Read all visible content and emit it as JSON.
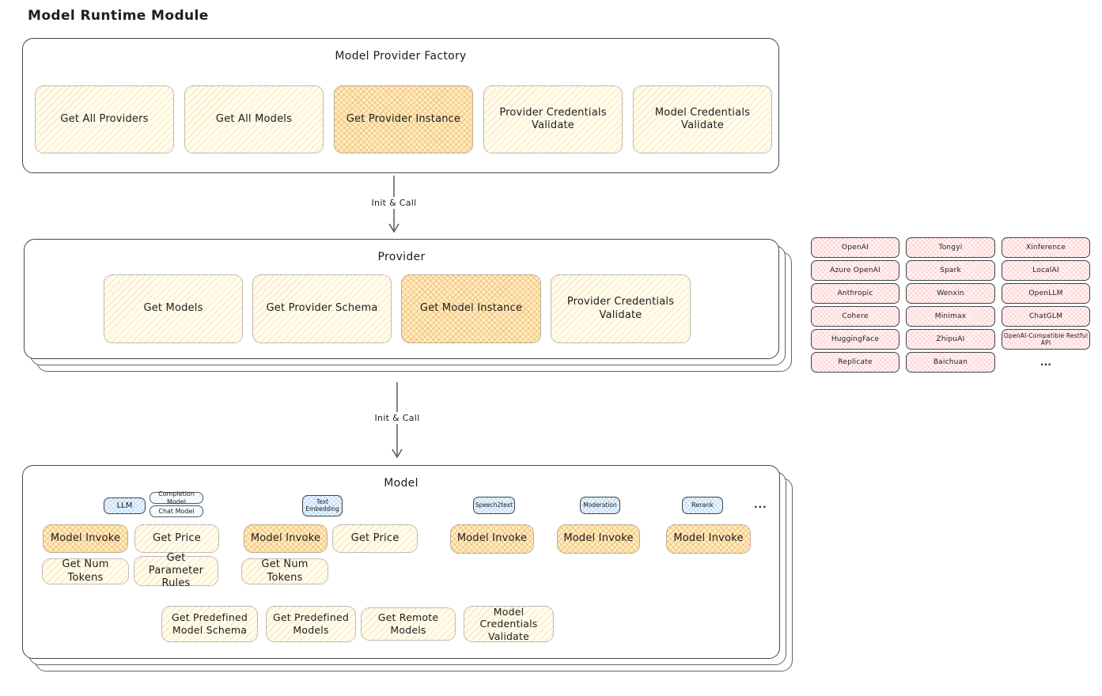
{
  "page_title": "Model Runtime Module",
  "colors": {
    "canvas": "#ffffff",
    "stroke": "#43484e",
    "action_fill": "#fff8e0",
    "action_highlight": "#f6c877",
    "provider_fill": "#ffdfdf",
    "tag_fill": "#d8ecfd"
  },
  "arrows": [
    {
      "label": "Init & Call"
    },
    {
      "label": "Init & Call"
    }
  ],
  "factory": {
    "title": "Model Provider Factory",
    "buttons": [
      {
        "label": "Get All Providers",
        "highlight": false
      },
      {
        "label": "Get All Models",
        "highlight": false
      },
      {
        "label": "Get Provider Instance",
        "highlight": true
      },
      {
        "label": "Provider Credentials Validate",
        "highlight": false
      },
      {
        "label": "Model Credentials Validate",
        "highlight": false
      }
    ]
  },
  "provider": {
    "title": "Provider",
    "buttons": [
      {
        "label": "Get Models",
        "highlight": false
      },
      {
        "label": "Get Provider Schema",
        "highlight": false
      },
      {
        "label": "Get Model Instance",
        "highlight": true
      },
      {
        "label": "Provider Credentials Validate",
        "highlight": false
      }
    ]
  },
  "providers_list": {
    "items": [
      "OpenAI",
      "Tongyi",
      "Xinference",
      "Azure OpenAI",
      "Spark",
      "LocalAI",
      "Anthropic",
      "Wenxin",
      "OpenLLM",
      "Cohere",
      "Minimax",
      "ChatGLM",
      "HuggingFace",
      "ZhipuAI",
      "OpenAI-Compatible Restful API",
      "Replicate",
      "Baichuan",
      "..."
    ]
  },
  "model": {
    "title": "Model",
    "tags": {
      "llm": "LLM",
      "completion": "Completion Model",
      "chat": "Chat Model",
      "text_embedding": "Text Embedding",
      "speech2text": "Speech2text",
      "moderation": "Moderation",
      "rerank": "Rerank",
      "more": "..."
    },
    "buttons": {
      "llm_invoke": "Model Invoke",
      "llm_get_price": "Get Price",
      "llm_get_num_tokens": "Get Num Tokens",
      "llm_get_parameter_rules": "Get Parameter Rules",
      "embed_invoke": "Model Invoke",
      "embed_get_price": "Get Price",
      "embed_get_num_tokens": "Get Num Tokens",
      "speech_invoke": "Model Invoke",
      "moderation_invoke": "Model Invoke",
      "rerank_invoke": "Model Invoke",
      "get_predefined_model_schema": "Get Predefined Model Schema",
      "get_predefined_models": "Get Predefined Models",
      "get_remote_models": "Get Remote Models",
      "model_credentials_validate": "Model Credentials Validate"
    }
  }
}
